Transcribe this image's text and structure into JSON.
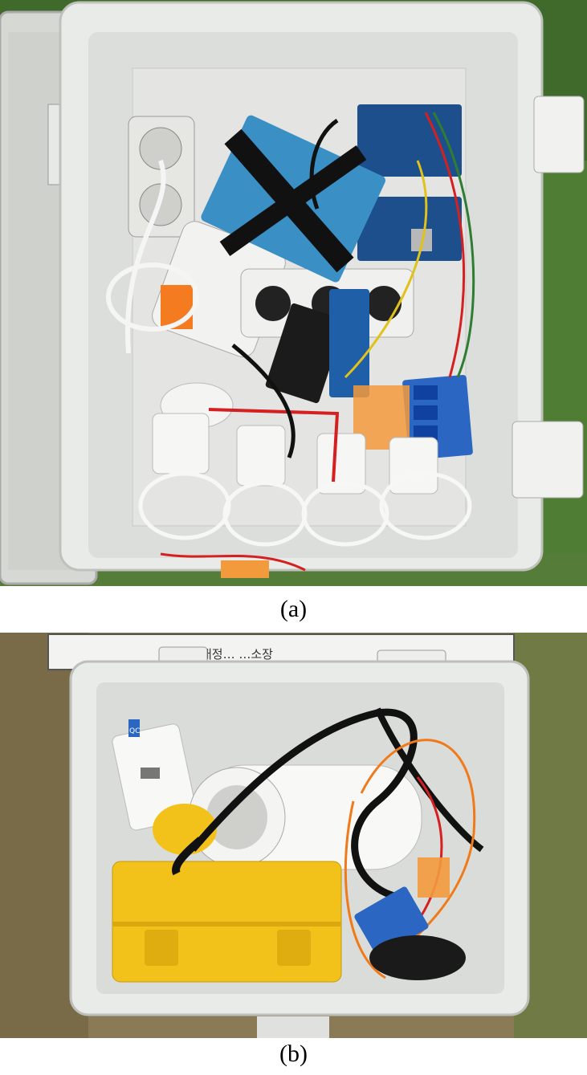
{
  "figure": {
    "panels": [
      {
        "caption": "(a)"
      },
      {
        "caption": "(b)"
      }
    ],
    "panel_b_sign_text": "대정… …소장",
    "panel_b_device_label": "QC"
  },
  "colors": {
    "grass_green": "#3f6a2b",
    "dry_grass": "#8a7a55",
    "enclosure_white": "#e9ebe8",
    "enclosure_inner": "#dcdedb",
    "pcb_blue": "#1d4f8c",
    "relay_blue": "#2a66c2",
    "yellow_box": "#f3c21a",
    "cable_black": "#111111",
    "cable_white": "#f5f5f5",
    "wire_orange": "#f07a1a",
    "wire_red": "#d42020"
  }
}
